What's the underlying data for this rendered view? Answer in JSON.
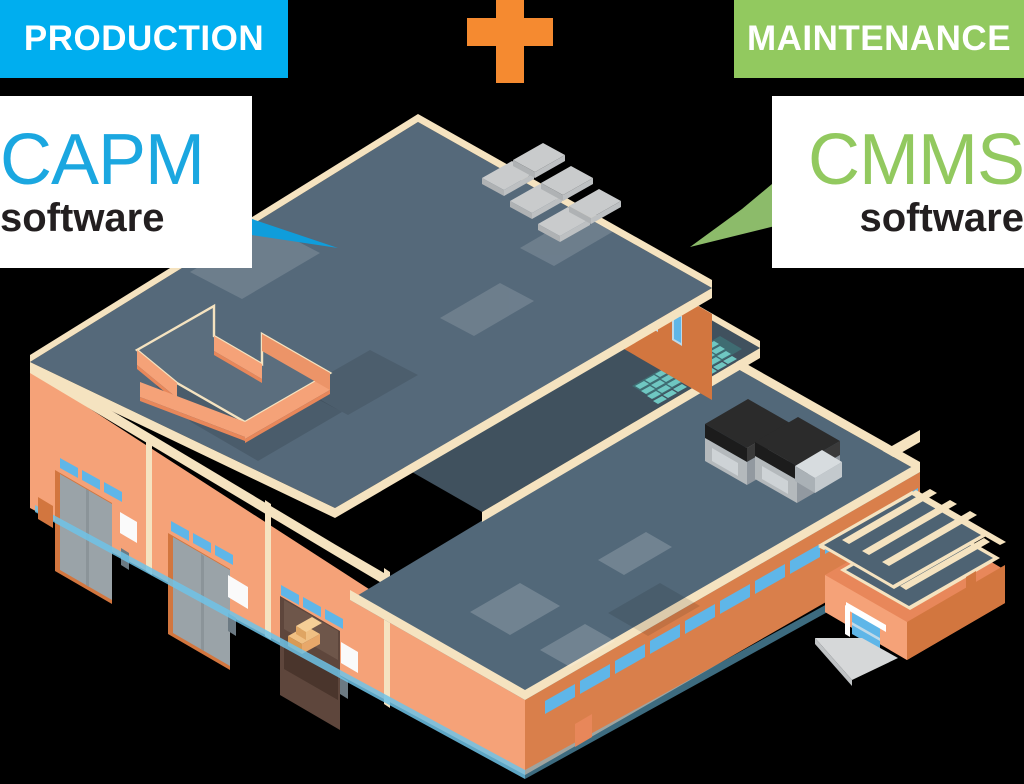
{
  "left": {
    "banner_label": "PRODUCTION",
    "banner_color": "#00AEEF",
    "acronym": "CAPM",
    "acronym_color": "#1BA7E0",
    "subtitle": "software",
    "pointer": "blue-arrow-icon"
  },
  "right": {
    "banner_label": "MAINTENANCE",
    "banner_color": "#92C95F",
    "acronym": "CMMS",
    "acronym_color": "#92C95F",
    "subtitle": "software",
    "pointer": "green-arrow-icon"
  },
  "center": {
    "symbol": "plus-sign",
    "symbol_color": "#F58A30"
  },
  "illustration": {
    "name": "isometric-factory-building",
    "background_color": "#000000",
    "colors": {
      "roof_dark": "#4F6272",
      "roof_mid": "#566B7A",
      "roof_light": "#5E7383",
      "parapet_cream": "#F5E3C0",
      "wall_light": "#F5A278",
      "wall_mid": "#E8875A",
      "wall_dark": "#D2763F",
      "window_blue": "#5FB6E8",
      "glass_pale": "#BFD9E8",
      "door_gray": "#9AA3A8",
      "solar_teal": "#6FC7C2",
      "skylight_gray": "#C9CBCC",
      "hvac_black": "#2B2B2B",
      "hvac_gray": "#B4B9BC",
      "crate_tan": "#E8A86A",
      "canopy_slate": "#4E6373"
    },
    "elements": [
      "roof-skylights",
      "roof-solar-panels",
      "roof-hvac-units",
      "raised-roof-block",
      "loading-dock-doors",
      "clerestory-window-strips",
      "side-entrance-canopy",
      "cargo-crate",
      "office-windows"
    ]
  }
}
